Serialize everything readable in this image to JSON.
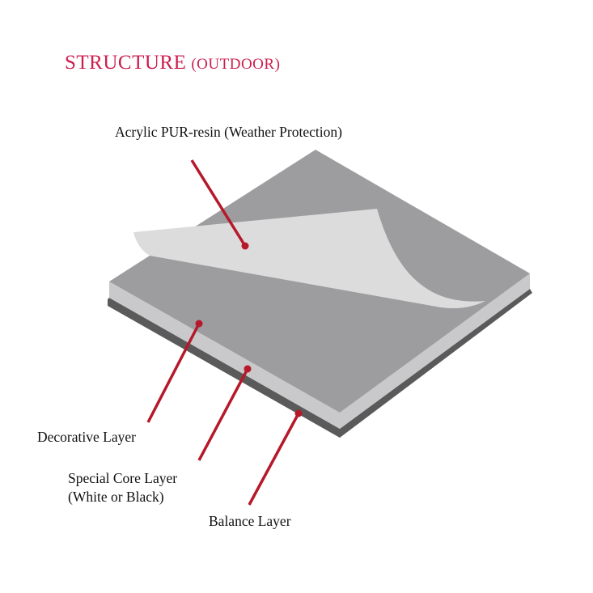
{
  "title": {
    "main": "STRUCTURE",
    "sub": "(OUTDOOR)"
  },
  "labels": {
    "acrylic": "Acrylic PUR-resin (Weather Protection)",
    "decorative": "Decorative Layer",
    "core_line1": "Special Core Layer",
    "core_line2": "(White or Black)",
    "balance": "Balance Layer"
  },
  "colors": {
    "title": "#cc1f4e",
    "pointer": "#b5192a",
    "top": "#9d9d9f",
    "film": "#dcdcdc",
    "core": "#c9c9cb",
    "balance": "#5a5a5a"
  }
}
